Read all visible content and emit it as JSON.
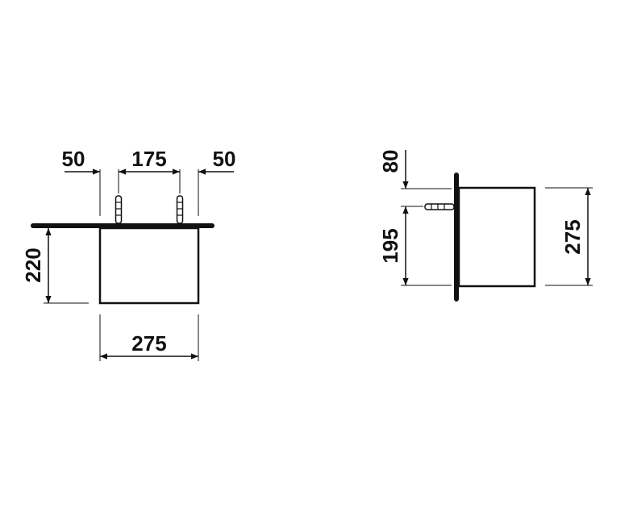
{
  "front_view": {
    "dim_left_offset": "50",
    "dim_bolt_spacing": "175",
    "dim_right_offset": "50",
    "dim_height": "220",
    "dim_width": "275"
  },
  "side_view": {
    "dim_top_offset": "80",
    "dim_bolt_height": "195",
    "dim_depth": "275"
  },
  "colors": {
    "ink": "#111111",
    "background": "#ffffff"
  }
}
